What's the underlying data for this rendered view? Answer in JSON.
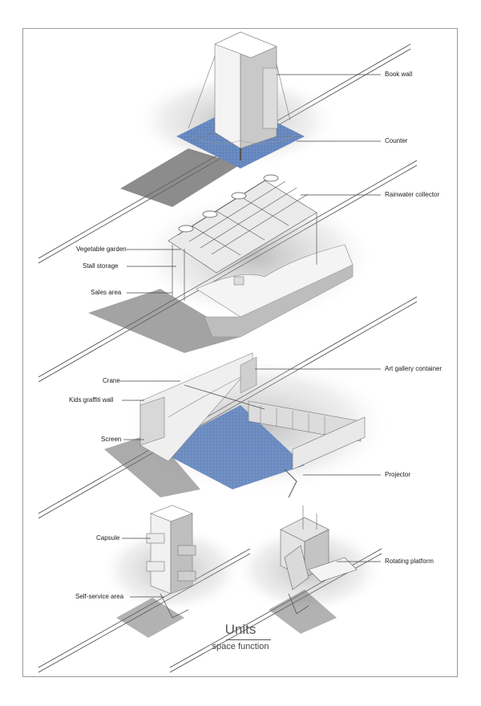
{
  "title": "Units",
  "subtitle": "space function",
  "labels": {
    "book_wall": "Book wall",
    "counter": "Counter",
    "rainwater_collector": "Rainwater collector",
    "vegetable_garden": "Vegetable garden",
    "stall_storage": "Stall storage",
    "sales_area": "Sales area",
    "crane": "Crane",
    "art_gallery_container": "Art gallery container",
    "kids_graffiti_wall": "Kids graffiti wall",
    "screen": "Screen",
    "projector": "Projector",
    "capsule": "Capsule",
    "self_service_area": "Self-service area",
    "rotating_platform": "Rotating platform"
  },
  "colors": {
    "ground_blue": "#5b7fb8",
    "shadow": "#6b6b6b",
    "structure": "#e6e6e6",
    "line": "#333333"
  }
}
